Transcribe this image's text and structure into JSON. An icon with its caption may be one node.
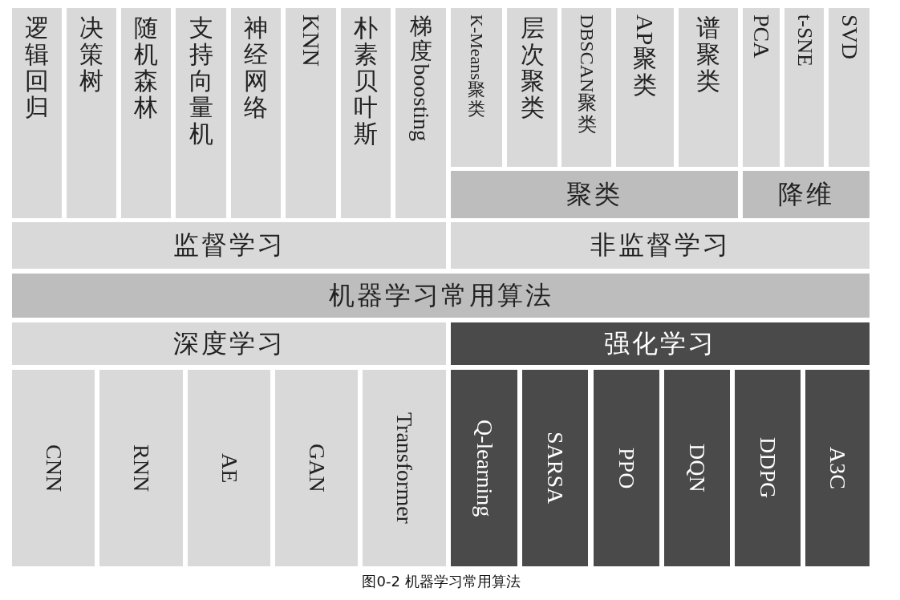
{
  "diagram": {
    "caption": "图0-2 机器学习常用算法",
    "nodes": [
      {
        "text": [
          "逻辑回归"
        ]
      },
      {
        "text": [
          "决策树"
        ]
      },
      {
        "text": [
          "随机森林"
        ]
      },
      {
        "text": [
          "支持向量机"
        ]
      },
      {
        "text": [
          "神经网络"
        ]
      },
      {
        "text": [
          "KNN"
        ]
      },
      {
        "text": [
          "朴素贝叶斯"
        ]
      },
      {
        "text": [
          "梯度boosting"
        ]
      },
      {
        "text": [
          "K-Means聚类"
        ]
      },
      {
        "text": [
          "层次聚类"
        ]
      },
      {
        "text": [
          "DBSCAN聚类"
        ]
      },
      {
        "text": [
          "AP聚类"
        ]
      },
      {
        "text": [
          "谱聚类"
        ]
      },
      {
        "text": [
          "PCA"
        ]
      },
      {
        "text": [
          "t-SNE"
        ]
      },
      {
        "text": [
          "SVD"
        ]
      },
      {
        "text": [
          "聚类"
        ]
      },
      {
        "text": [
          "降维"
        ]
      },
      {
        "text": [
          "监督学习"
        ]
      },
      {
        "text": [
          "非监督学习"
        ]
      },
      {
        "text": [
          "机器学习常用算法"
        ]
      },
      {
        "text": [
          "深度学习"
        ]
      },
      {
        "text": [
          "强化学习"
        ]
      },
      {
        "text": [
          "CNN"
        ]
      },
      {
        "text": [
          "RNN"
        ]
      },
      {
        "text": [
          "AE"
        ]
      },
      {
        "text": [
          "GAN"
        ]
      },
      {
        "text": [
          "Transformer"
        ]
      },
      {
        "text": [
          "Q-learning"
        ]
      },
      {
        "text": [
          "SARSA"
        ]
      },
      {
        "text": [
          "PPO"
        ]
      },
      {
        "text": [
          "DQN"
        ]
      },
      {
        "text": [
          "DDPG"
        ]
      },
      {
        "text": [
          "A3C"
        ]
      }
    ]
  }
}
